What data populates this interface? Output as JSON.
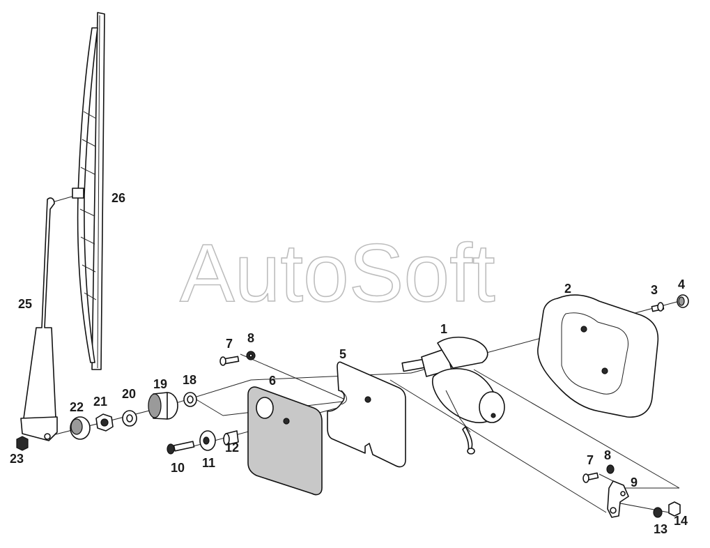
{
  "watermark": "AutoSoft",
  "callouts": [
    {
      "id": "1",
      "label": "1"
    },
    {
      "id": "2",
      "label": "2"
    },
    {
      "id": "3",
      "label": "3"
    },
    {
      "id": "4",
      "label": "4"
    },
    {
      "id": "5",
      "label": "5"
    },
    {
      "id": "6",
      "label": "6"
    },
    {
      "id": "7a",
      "label": "7"
    },
    {
      "id": "8a",
      "label": "8"
    },
    {
      "id": "7b",
      "label": "7"
    },
    {
      "id": "8b",
      "label": "8"
    },
    {
      "id": "9",
      "label": "9"
    },
    {
      "id": "10",
      "label": "10"
    },
    {
      "id": "11",
      "label": "11"
    },
    {
      "id": "12",
      "label": "12"
    },
    {
      "id": "13",
      "label": "13"
    },
    {
      "id": "14",
      "label": "14"
    },
    {
      "id": "18",
      "label": "18"
    },
    {
      "id": "19",
      "label": "19"
    },
    {
      "id": "20",
      "label": "20"
    },
    {
      "id": "21",
      "label": "21"
    },
    {
      "id": "22",
      "label": "22"
    },
    {
      "id": "23",
      "label": "23"
    },
    {
      "id": "25",
      "label": "25"
    },
    {
      "id": "26",
      "label": "26"
    }
  ]
}
